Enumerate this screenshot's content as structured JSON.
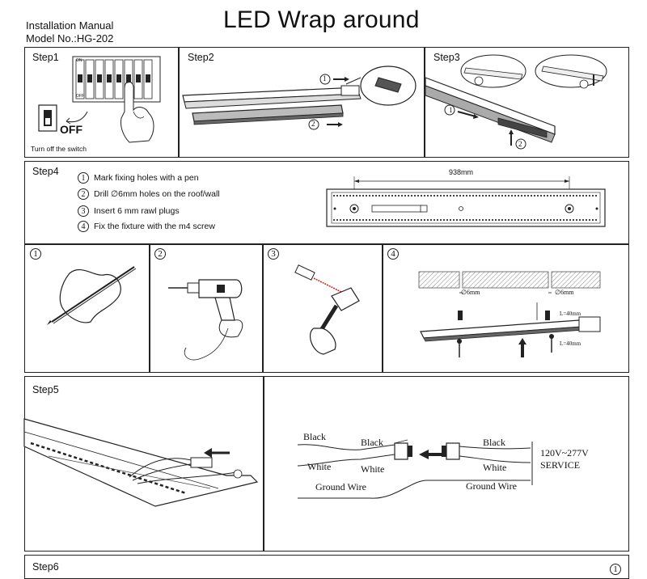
{
  "header": {
    "manual": "Installation Manual",
    "model": "Model No.:HG-202",
    "title": "LED Wrap around"
  },
  "step1": {
    "label": "Step1",
    "switch_on": "ON",
    "switch_off": "OFF",
    "off_text": "OFF",
    "caption": "Turn off the switch"
  },
  "step2": {
    "label": "Step2",
    "num1": "1",
    "num2": "2"
  },
  "step3": {
    "label": "Step3",
    "num1": "1",
    "num2": "2"
  },
  "step4": {
    "label": "Step4",
    "items": [
      {
        "num": "1",
        "text": "Mark fixing holes with a pen"
      },
      {
        "num": "2",
        "text": "Drill ∅6mm holes on the roof/wall"
      },
      {
        "num": "3",
        "text": "Insert 6 mm rawl plugs"
      },
      {
        "num": "4",
        "text": "Fix the fixture with the m4 screw"
      }
    ],
    "dimension": "938mm",
    "panels": [
      "1",
      "2",
      "3",
      "4"
    ],
    "hole_label": "∅6mm",
    "length_label": "L=40mm"
  },
  "step5": {
    "label": "Step5",
    "left_black": "Black",
    "left_white": "White",
    "mid_black": "Black",
    "mid_white": "White",
    "ground_left": "Ground Wire",
    "right_black": "Black",
    "right_white": "White",
    "ground_right": "Ground Wire",
    "voltage": "120V~277V",
    "service": "SERVICE"
  },
  "step6": {
    "label": "Step6",
    "num": "1"
  }
}
